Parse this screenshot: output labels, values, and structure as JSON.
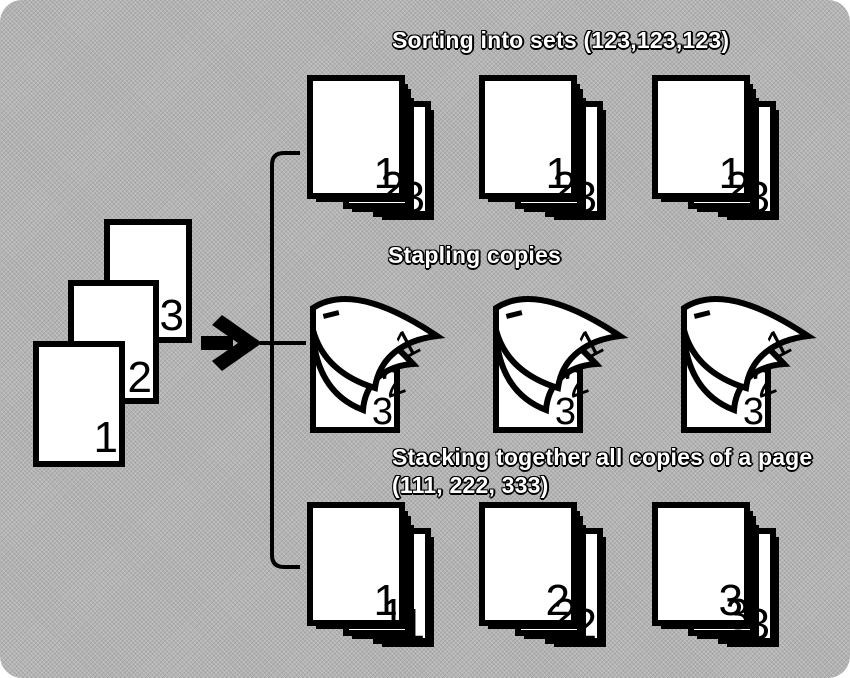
{
  "headings": {
    "sorting": "Sorting into sets (123,123,123)",
    "stapling": "Stapling copies",
    "stacking": "Stacking together all copies of a page (111, 222, 333)"
  },
  "original": {
    "pages": [
      "3",
      "2",
      "1"
    ]
  },
  "sorted_sets": [
    {
      "labels": [
        "1",
        "2",
        "3"
      ]
    },
    {
      "labels": [
        "1",
        "2",
        "3"
      ]
    },
    {
      "labels": [
        "1",
        "2",
        "3"
      ]
    }
  ],
  "stapled_sets": [
    {
      "labels": [
        "1",
        "2",
        "3"
      ]
    },
    {
      "labels": [
        "1",
        "2",
        "3"
      ]
    },
    {
      "labels": [
        "1",
        "2",
        "3"
      ]
    }
  ],
  "stacked_sets": [
    {
      "labels": [
        "1",
        "1",
        "1"
      ]
    },
    {
      "labels": [
        "2",
        "2",
        "2"
      ]
    },
    {
      "labels": [
        "3",
        "3",
        "3"
      ]
    }
  ],
  "icons": {
    "arrow": "right-arrow-icon",
    "bracket": "bracket-connector",
    "staple": "staple-icon"
  },
  "colors": {
    "background": "#b3b3b3",
    "paper": "#ffffff",
    "ink": "#000000"
  }
}
